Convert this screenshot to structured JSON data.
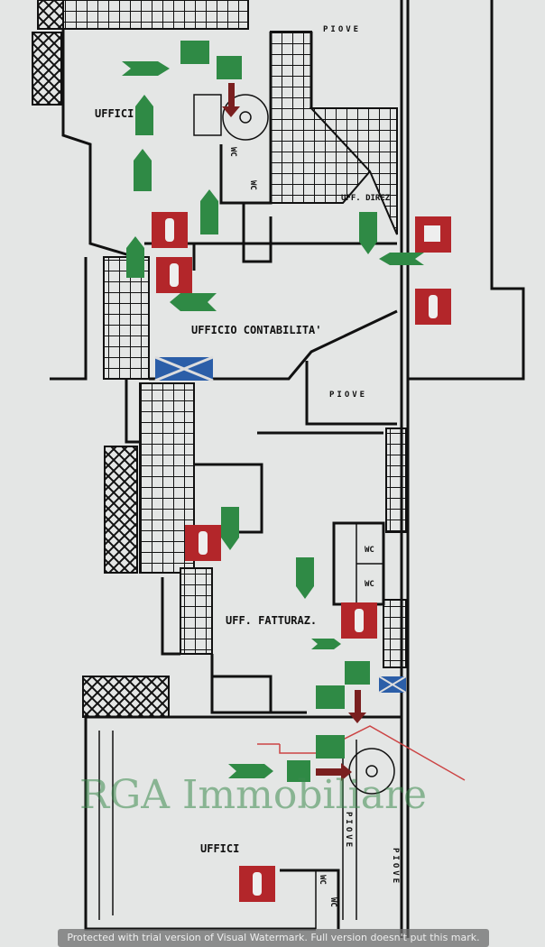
{
  "plan": {
    "rooms": {
      "uffici_top": "UFFICI",
      "wc1": "WC",
      "wc2": "WC",
      "uff_direz": "UFF. DIREZ",
      "contabilita": "UFFICIO CONTABILITA'",
      "piove_top": "PIOVE",
      "piove_mid": "PIOVE",
      "wc3": "WC",
      "wc4": "WC",
      "fatturaz": "UFF. FATTURAZ.",
      "uffici_bottom": "UFFICI",
      "piove_bottom_left": "PIOVE",
      "piove_bottom_right": "PIOVE",
      "wc5": "WC",
      "wc6": "WC"
    },
    "colors": {
      "extinguisher": "#b3262a",
      "exit_sign": "#2f8a45",
      "arrow": "#2f8a45",
      "stair_arrow": "#7a1f1f"
    }
  },
  "watermark": {
    "logo": "RGA Immobiliare",
    "notice": "Protected with trial version of Visual Watermark. Full version doesn't put this mark."
  }
}
